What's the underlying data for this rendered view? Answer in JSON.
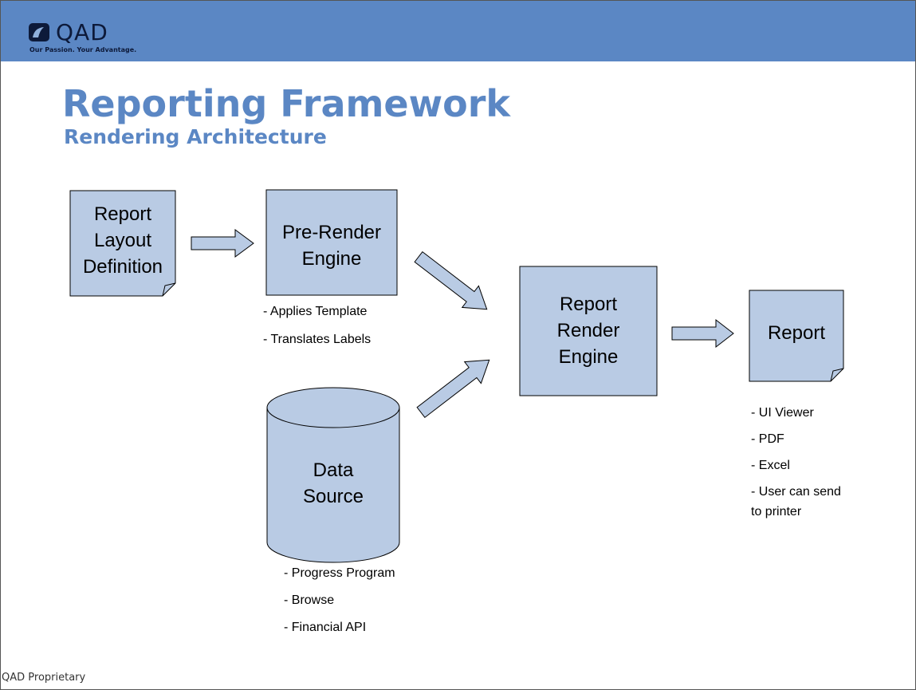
{
  "header": {
    "logo_text": "QAD",
    "logo_tagline": "Our Passion. Your Advantage."
  },
  "title": "Reporting Framework",
  "subtitle": "Rendering Architecture",
  "nodes": {
    "layout": {
      "lines": [
        "Report",
        "Layout",
        "Definition"
      ]
    },
    "prerender": {
      "lines": [
        "Pre-Render",
        "Engine"
      ]
    },
    "render": {
      "lines": [
        "Report",
        "Render",
        "Engine"
      ]
    },
    "datasource": {
      "lines": [
        "Data",
        "Source"
      ]
    },
    "report": {
      "lines": [
        "Report"
      ]
    }
  },
  "notes": {
    "prerender": [
      "- Applies Template",
      "- Translates Labels"
    ],
    "report": [
      "- UI Viewer",
      "- PDF",
      "- Excel",
      "- User can send",
      "to printer"
    ],
    "datasource": [
      "- Progress Program",
      "- Browse",
      "- Financial API"
    ]
  },
  "colors": {
    "header": "#5b87c4",
    "shape_fill": "#b9cbe4",
    "title": "#5b87c4"
  },
  "footer": "QAD Proprietary"
}
